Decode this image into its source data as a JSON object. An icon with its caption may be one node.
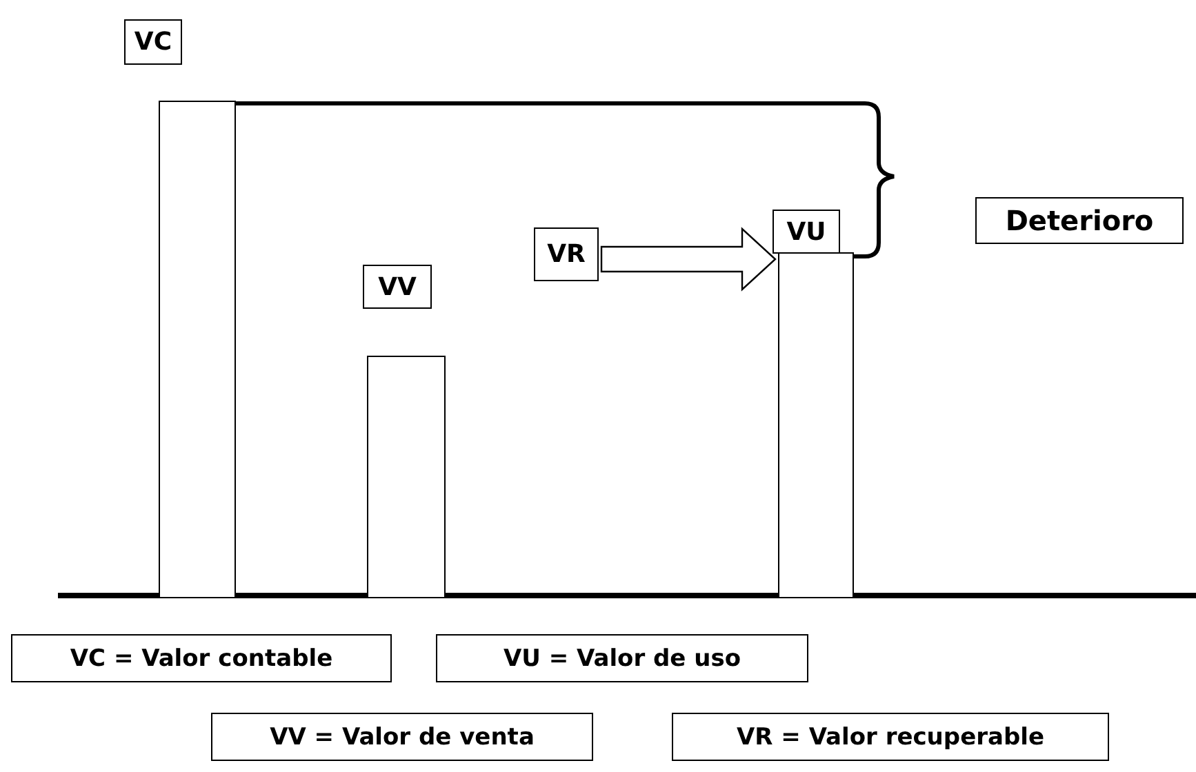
{
  "diagram": {
    "nodes": [
      {
        "text": [
          "VC"
        ]
      },
      {
        "text": [],
        "shape": "bar"
      },
      {
        "text": [
          "VU"
        ]
      },
      {
        "text": [
          "Deterioro"
        ]
      },
      {
        "text": [
          "VR"
        ]
      },
      {
        "text": [
          "VV"
        ]
      },
      {
        "text": [],
        "shape": "bar"
      },
      {
        "text": [],
        "shape": "bar"
      },
      {
        "text": [
          "VC = Valor contable"
        ]
      },
      {
        "text": [
          "VU = Valor de uso"
        ]
      },
      {
        "text": [
          "VV = Valor de venta"
        ]
      },
      {
        "text": [
          "VR = Valor recuperable"
        ]
      }
    ],
    "edges": [
      {
        "from": 4,
        "to": 7,
        "arrow": "to"
      }
    ]
  }
}
